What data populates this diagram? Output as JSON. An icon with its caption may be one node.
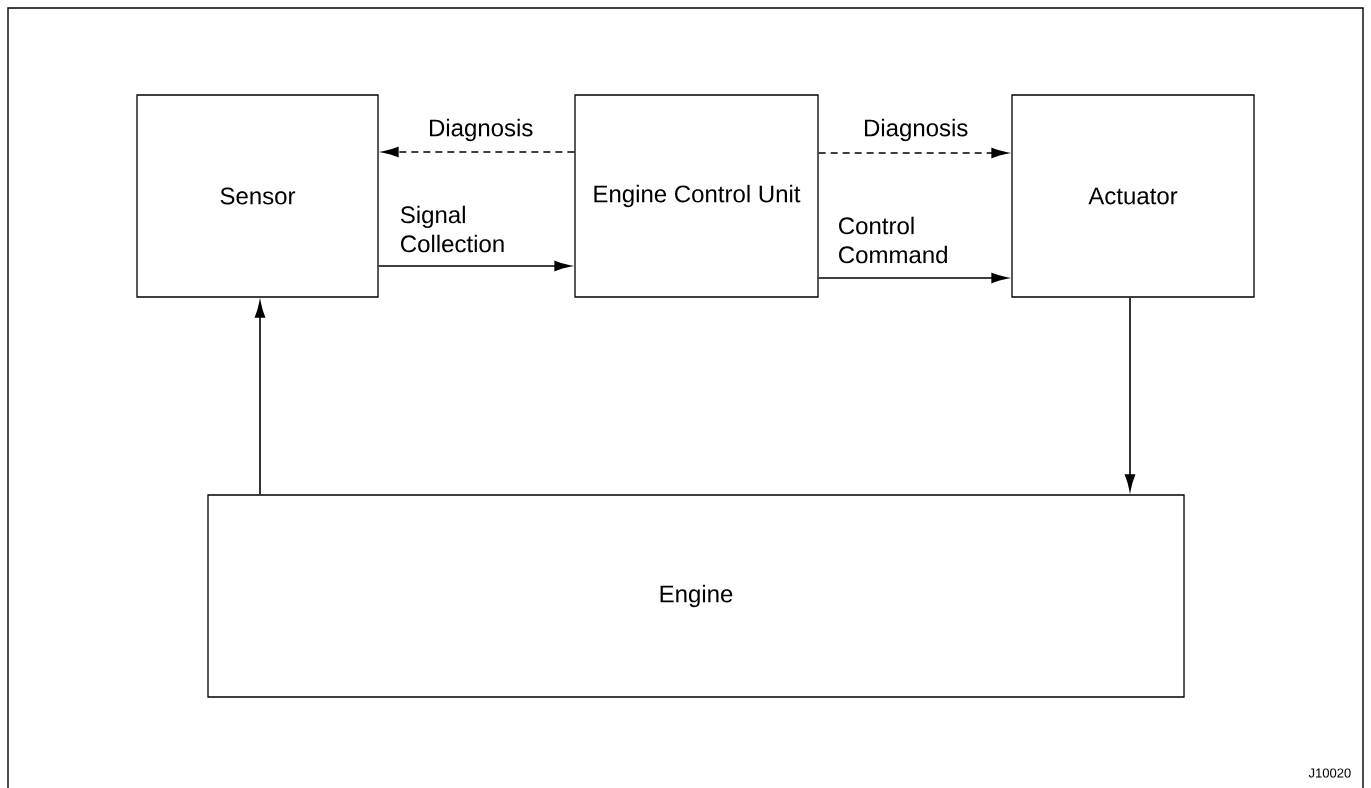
{
  "diagram": {
    "nodes": [
      {
        "text": [
          "Sensor"
        ]
      },
      {
        "text": [
          "Engine Control Unit"
        ]
      },
      {
        "text": [
          "Actuator"
        ]
      },
      {
        "text": [
          "Engine"
        ]
      }
    ],
    "edges": [
      {
        "from": 1,
        "to": 0,
        "arrow": "to",
        "label": "Diagnosis",
        "style": "dashed"
      },
      {
        "from": 1,
        "to": 2,
        "arrow": "to",
        "label": "Diagnosis",
        "style": "dashed"
      },
      {
        "from": 0,
        "to": 1,
        "arrow": "to",
        "label": "Signal Collection"
      },
      {
        "from": 1,
        "to": 2,
        "arrow": "to",
        "label": "Control Command"
      },
      {
        "from": 3,
        "to": 0,
        "arrow": "to"
      },
      {
        "from": 2,
        "to": 3,
        "arrow": "to"
      }
    ],
    "labels": [
      "J10020"
    ]
  }
}
